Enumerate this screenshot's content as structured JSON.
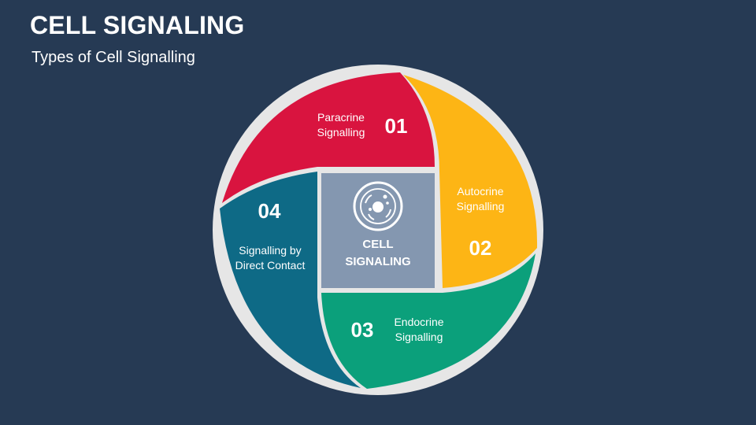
{
  "title": "CELL SIGNALING",
  "subtitle": "Types of Cell Signalling",
  "center": {
    "line1": "CELL",
    "line2": "SIGNALING",
    "icon": "cell-icon"
  },
  "segments": [
    {
      "number": "01",
      "line1": "Paracrine",
      "line2": "Signalling",
      "color": "#d9143f"
    },
    {
      "number": "02",
      "line1": "Autocrine",
      "line2": "Signalling",
      "color": "#fdb515"
    },
    {
      "number": "03",
      "line1": "Endocrine",
      "line2": "Signalling",
      "color": "#0ba07b"
    },
    {
      "number": "04",
      "line1": "Signalling by",
      "line2": "Direct Contact",
      "color": "#0e6a86"
    }
  ],
  "colors": {
    "background": "#263a54",
    "ring": "#e6e6e6",
    "center_box": "#8497b0"
  }
}
